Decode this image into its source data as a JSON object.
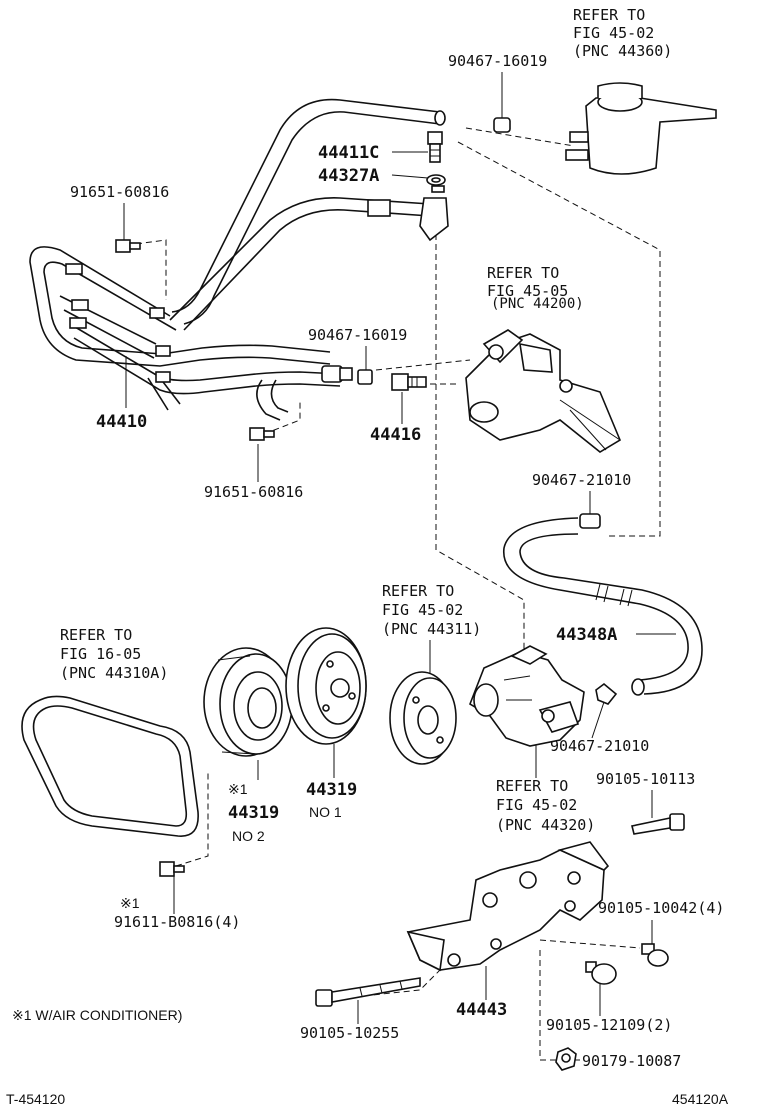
{
  "labels": {
    "ref_45_02_a": [
      "REFER TO",
      "FIG 45-02",
      "(PNC 44360)"
    ],
    "ref_45_05": [
      "REFER TO",
      "FIG 45-05",
      "(PNC 44200)"
    ],
    "ref_45_02_b": [
      "REFER TO",
      "FIG 45-02",
      "(PNC 44311)"
    ],
    "ref_16_05": [
      "REFER TO",
      "FIG 16-05",
      "(PNC 44310A)"
    ],
    "ref_45_02_c": [
      "REFER TO",
      "FIG 45-02",
      "(PNC 44320)"
    ],
    "p_90467_16019_top": "90467-16019",
    "p_44411c": "44411C",
    "p_44327a": "44327A",
    "p_91651_60816_top": "91651-60816",
    "p_90467_16019_mid": "90467-16019",
    "p_44410": "44410",
    "p_44416": "44416",
    "p_91651_60816_bot": "91651-60816",
    "p_90467_21010_top": "90467-21010",
    "p_44348a": "44348A",
    "p_90467_21010_bot": "90467-21010",
    "p_44319_no2_mark": "※1",
    "p_44319_no2": "44319",
    "p_no2": "NO 2",
    "p_44319_no1": "44319",
    "p_no1": "NO 1",
    "p_90105_10113": "90105-10113",
    "p_91611_mark": "※1",
    "p_91611": "91611-B0816(4)",
    "p_90105_10042": "90105-10042(4)",
    "p_44443": "44443",
    "p_90105_12109": "90105-12109(2)",
    "p_90105_10255": "90105-10255",
    "p_90179_10087": "90179-10087",
    "note": "※1 W/AIR CONDITIONER)",
    "footer_left": "T-454120",
    "footer_right": "454120A"
  }
}
